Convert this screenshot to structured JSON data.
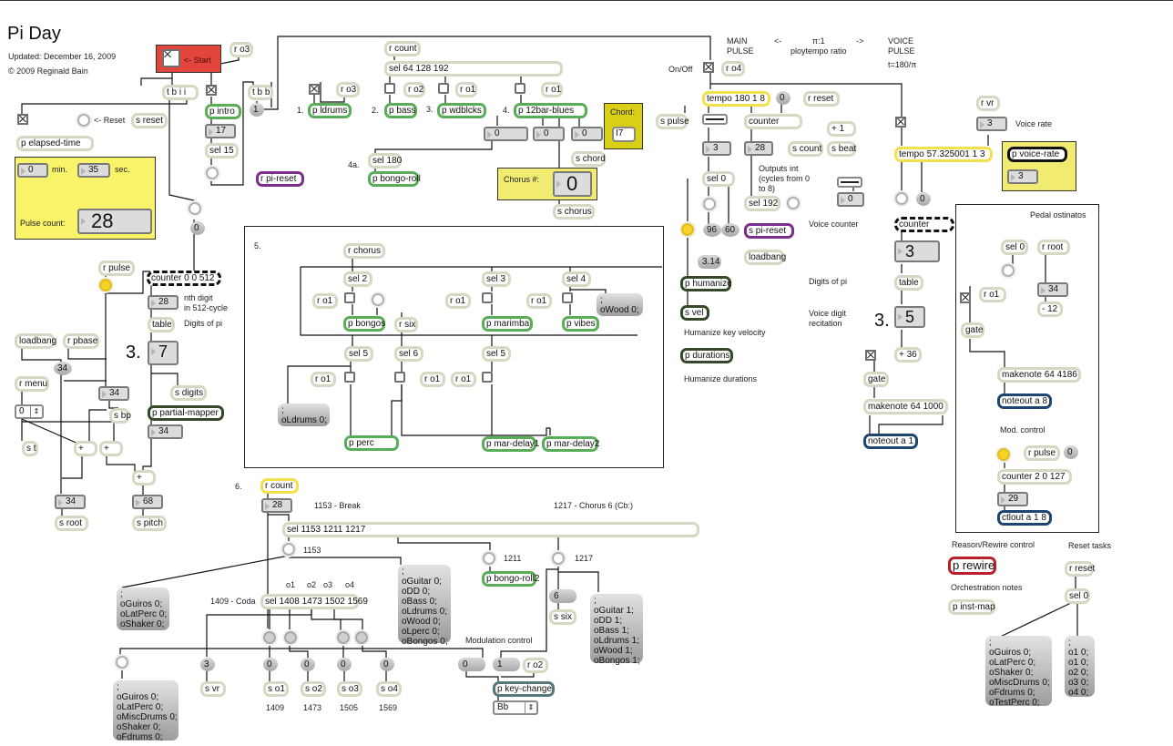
{
  "header": {
    "title": "Pi Day",
    "updated": "Updated: December 16, 2009",
    "copyright": "© 2009 Reginald Bain"
  },
  "start": {
    "label": "<- Start",
    "t_bii": "t b i i",
    "r_o3_a": "r o3",
    "s_reset": "s reset",
    "p_intro": "p intro",
    "intro_num": "17",
    "sel15": "sel 15",
    "r_pi_reset": "r pi-reset",
    "bang_num": "0",
    "t_bb": "t b b",
    "one_msg": "1"
  },
  "elapsed": {
    "reset_label": "<- Reset",
    "p_elapsed": "p elapsed-time",
    "min_value": "0",
    "min_label": "min.",
    "sec_value": "35",
    "sec_label": "sec.",
    "pulse_label": "Pulse count:",
    "pulse_value": "28"
  },
  "instruments": {
    "r_count": "r count",
    "sel_count": "sel 64 128 192",
    "items": [
      {
        "num": "1.",
        "name": "p ldrums",
        "recv": "r o3"
      },
      {
        "num": "2.",
        "name": "p bass",
        "recv": "r o2"
      },
      {
        "num": "3.",
        "name": "p wdblcks",
        "recv": "r o1"
      },
      {
        "num": "4.",
        "name": "p 12bar-blues",
        "recv": "r o1"
      }
    ],
    "blues_out": [
      "0",
      "0",
      "0"
    ],
    "chord_label": "Chord:",
    "chord_value": "I7",
    "s_chord": "s chord",
    "chorus_label": "Chorus #:",
    "chorus_value": "0",
    "s_chorus": "s chorus",
    "bongo_num": "4a.",
    "sel180": "sel 180",
    "p_bongo_roll": "p bongo-roll"
  },
  "main_pulse": {
    "heading_main": "MAIN\nPULSE",
    "arrow_left": "<-",
    "ratio": "π:1\nploytempo ratio",
    "arrow_right": "->",
    "heading_voice": "VOICE\nPULSE",
    "voice_formula": "t=180/π",
    "onoff": "On/Off",
    "r_o4": "r o4",
    "tempo": "tempo 180 1 8",
    "zero_msg": "0",
    "r_reset": "r reset",
    "s_pulse": "s pulse",
    "counter": "counter",
    "plus1": "+ 1",
    "num3": "3",
    "num28": "28",
    "s_count": "s count",
    "s_beat": "s beat",
    "sel0": "sel 0",
    "outputs_note": "Outputs int\n(cycles from 0\nto 8)",
    "sel192": "sel 192",
    "s_pi_reset": "s pi-reset",
    "msg96": "96",
    "msg60": "60",
    "msg314": "3.14",
    "loadbang": "loadbang",
    "p_humanize": "p humanize",
    "s_vel": "s vel",
    "humanize_vel_label": "Humanize key velocity",
    "p_durations": "p durations",
    "humanize_dur_label": "Humanize durations"
  },
  "voice": {
    "tempo": "tempo 57.325001 1 3",
    "r_vr": "r vr",
    "vr_value": "3",
    "voice_rate_label": "Voice rate",
    "p_voice_rate": "p voice-rate",
    "voice_rate_out": "3",
    "slider_num": "0",
    "zero_msg": "0",
    "counter_label": "Voice counter",
    "counter": "counter",
    "counter_value": "3",
    "table": "table",
    "digits_label": "Digits of pi",
    "recitation_label": "Voice digit\nrecitation",
    "big_prefix": "3.",
    "digit_value": "5",
    "plus36": "+ 36",
    "gate": "gate",
    "makenote": "makenote 64 1000",
    "noteout": "noteout a 1"
  },
  "pedal": {
    "title": "Pedal ostinatos",
    "sel0": "sel 0",
    "r_root": "r root",
    "r_o1": "r o1",
    "num34": "34",
    "minus12": "- 12",
    "gate": "gate",
    "makenote": "makenote 64 4186",
    "noteout": "noteout a 8",
    "mod_label": "Mod. control",
    "r_pulse": "r pulse",
    "zero_msg": "0",
    "counter": "counter 2 0 127",
    "num29": "29",
    "ctlout": "ctlout a 1 8"
  },
  "digits": {
    "r_pulse": "r pulse",
    "counter": "counter 0 0 512",
    "nth_value": "28",
    "nth_label": "nth digit\nin 512-cycle",
    "table": "table",
    "digits_label": "Digits of pi",
    "big_prefix": "3.",
    "digit_value": "7",
    "s_digits": "s digits",
    "p_partial": "p partial-mapper",
    "partial_out": "34",
    "loadbang": "loadbang",
    "r_pbase": "r pbase",
    "msg34": "34",
    "num34": "34",
    "s_bp": "s bp",
    "r_menu": "r menu",
    "menu_value": "0",
    "s_t": "s t",
    "plus_a": "+",
    "plus_b": "+",
    "plus_c": "+",
    "root_value": "34",
    "s_root": "s root",
    "pitch_value": "68",
    "s_pitch": "s pitch"
  },
  "section5": {
    "num": "5.",
    "r_chorus": "r chorus",
    "sel2": "sel 2",
    "sel3": "sel 3",
    "sel4": "sel 4",
    "r_o1_a": "r o1",
    "r_o1_b": "r o1",
    "r_o1_c": "r o1",
    "wood_msg": ";\noWood 0;",
    "p_bongos": "p bongos",
    "r_six": "r six",
    "p_marimba": "p marimba",
    "p_vibes": "p vibes",
    "sel5_a": "sel 5",
    "sel6": "sel 6",
    "sel5_b": "sel 5",
    "r_o1_d": "r o1",
    "r_o1_e": "r o1",
    "r_o1_f": "r o1",
    "ldrums_msg": ";\noLdrums 0;",
    "p_perc": "p perc",
    "p_mar_delay1": "p mar-delay1",
    "p_mar_delay2": "p mar-delay2"
  },
  "section6": {
    "num": "6.",
    "r_count": "r count",
    "count_value": "28",
    "break_label": "1153 -  Break",
    "chorus6_label": "1217 - Chorus 6 (Cb:)",
    "sel": "sel 1153 1211 1217",
    "b1153": "1153",
    "b1211": "1211",
    "b1217": "1217",
    "p_bongo_roll2": "p bongo-roll2",
    "msg_guiros": ";\noGuiros 0;\noLatPerc 0;\noShaker 0;",
    "msg_off": ";\noGuitar 0;\noDD 0;\noBass 0;\noLdrums 0;\noWood 0;\noLperc 0;\noBongos 0;",
    "msg_six": "6",
    "s_six": "s six",
    "msg_on": ";\noGuitar 1;\noDD 1;\noBass 1;\noLdrums 1;\noWood 1;\noBongos 1;",
    "coda_label": "1409 - Coda",
    "sel_coda": "sel 1408 1473 1502 1569",
    "o_labels": [
      "o1",
      "o2",
      "o3",
      "o4"
    ],
    "msg_three": "3",
    "s_vr": "s vr",
    "send_msgs": [
      "0",
      "0",
      "0",
      "0"
    ],
    "sends": [
      "s o1",
      "s o2",
      "s o3",
      "s o4"
    ],
    "send_labels": [
      "1409",
      "1473",
      "1505",
      "1569"
    ],
    "msg_final": ";\noGuiros 0;\noLatPerc 0;\noMiscDrums 0;\noShaker 0;\noFdrums 0;",
    "mod_label": "Modulation control",
    "mod_zero": "0",
    "mod_one": "1",
    "r_o2": "r o2",
    "p_key_change": "p key-change",
    "key_value": "Bb"
  },
  "misc": {
    "rewire_label": "Reason/Rewire control",
    "p_rewire": "p rewire",
    "orch_label": "Orchestration notes",
    "p_inst_map": "p inst-map",
    "reset_label": "Reset tasks",
    "r_reset": "r reset",
    "sel0": "sel 0",
    "msg_reset1": ";\noGuiros 0;\noLatPerc 0;\noShaker 0;\noMiscDrums 0;\noFdrums 0;\noTestPerc 0;",
    "msg_reset2": ";\no1 0;\no1 0;\no2 0;\no3 0;\no4 0;"
  }
}
